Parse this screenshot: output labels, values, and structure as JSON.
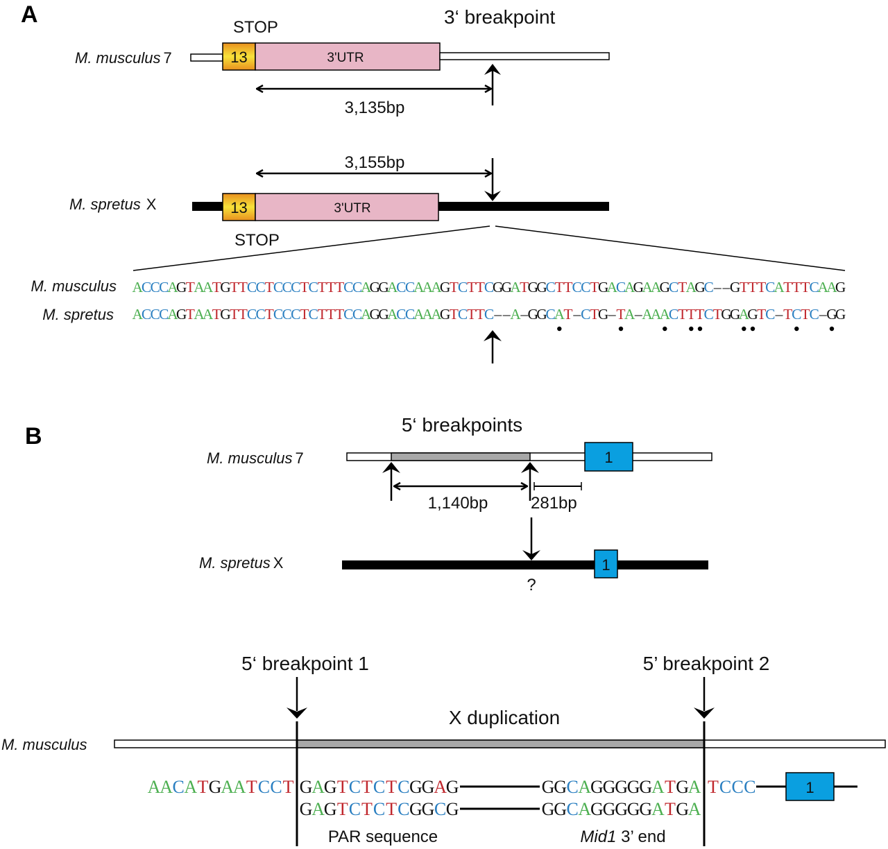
{
  "colors": {
    "A": "#4caf50",
    "C": "#2a7fc1",
    "G": "#111111",
    "T": "#c0272d",
    "exon13_fill": "#f2b233",
    "utr_fill": "#e8b6c6",
    "exon1_fill": "#0a9fe0",
    "dup_fill": "#a8a8a8"
  },
  "panelA": {
    "letter": "A",
    "title": "3‘ breakpoint",
    "musculus": {
      "species": "M. musculus",
      "chrom": "7",
      "stop_label": "STOP",
      "exon_label": "13",
      "utr_label": "3'UTR",
      "distance": "3,135bp"
    },
    "spretus": {
      "species": "M. spretus",
      "chrom": "X",
      "stop_label": "STOP",
      "exon_label": "13",
      "utr_label": "3'UTR",
      "distance": "3,155bp"
    },
    "alignment": {
      "label_musculus": "M.  musculus",
      "label_spretus": "M.  spretus",
      "seq_musculus": "ACCCAGTAATGTTCCTCCCTCTTTCCAGGACCAAAGTCTTCGGATGGCTTCCTGACAGAAGCTAGC--GTTTCATTTCAAG",
      "seq_spretus": "ACCCAGTAATGTTCCTCCCTCTTTCCAGGACCAAAGTCTTC--A-GGCAT-CTG-TA-AAACTTTCTGGAGTC-TCTC-GG",
      "mismatch_marker": "•"
    }
  },
  "panelB": {
    "letter": "B",
    "title": "5‘ breakpoints",
    "musculus": {
      "species": "M. musculus",
      "chrom": "7",
      "exon_label": "1",
      "distance1": "1,140bp",
      "distance2": "281bp"
    },
    "spretus": {
      "species": "M. spretus",
      "chrom": "X",
      "exon_label": "1",
      "unknown": "?"
    },
    "lower": {
      "species": "M. musculus",
      "breakpoint1": "5‘ breakpoint 1",
      "breakpoint2": "5’ breakpoint 2",
      "dup_label": "X duplication",
      "exon_label": "1",
      "seq_top_left": "AACATGAATCCT",
      "seq_top_mid": "GAGTCTCTCGGAG",
      "seq_top_right": "GGCAGGGGGATGA",
      "seq_top_tail": "TCCC",
      "seq_bot_mid": "GAGTCTCTCGGCG",
      "seq_bot_right": "GGCAGGGGGATGA",
      "par_label": "PAR sequence",
      "mid1_italic": "Mid1",
      "mid1_rest": " 3’ end"
    }
  }
}
